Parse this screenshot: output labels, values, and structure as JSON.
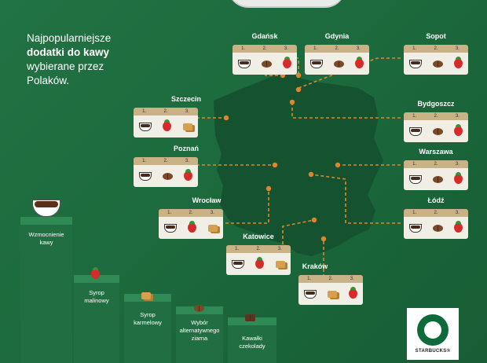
{
  "headline": {
    "line1": "Najpopularniejsze",
    "line2": "dodatki do kawy",
    "line3": "wybierane przez",
    "line4": "Polaków."
  },
  "rank_labels": [
    "1.",
    "2.",
    "3."
  ],
  "cities": [
    {
      "name": "Gdańsk",
      "items": [
        "coffee-icon",
        "bean-icon",
        "strawberry-icon"
      ]
    },
    {
      "name": "Gdynia",
      "items": [
        "coffee-icon",
        "bean-icon",
        "strawberry-icon"
      ]
    },
    {
      "name": "Sopot",
      "items": [
        "coffee-icon",
        "bean-icon",
        "strawberry-icon"
      ]
    },
    {
      "name": "Szczecin",
      "items": [
        "coffee-icon",
        "strawberry-icon",
        "caramel-icon"
      ]
    },
    {
      "name": "Bydgoszcz",
      "items": [
        "coffee-icon",
        "bean-icon",
        "strawberry-icon"
      ]
    },
    {
      "name": "Poznań",
      "items": [
        "coffee-icon",
        "bean-icon",
        "strawberry-icon"
      ]
    },
    {
      "name": "Warszawa",
      "items": [
        "coffee-icon",
        "bean-icon",
        "strawberry-icon"
      ]
    },
    {
      "name": "Wrocław",
      "items": [
        "coffee-icon",
        "strawberry-icon",
        "caramel-icon"
      ]
    },
    {
      "name": "Łódź",
      "items": [
        "coffee-icon",
        "bean-icon",
        "strawberry-icon"
      ]
    },
    {
      "name": "Katowice",
      "items": [
        "coffee-icon",
        "strawberry-icon",
        "caramel-icon"
      ]
    },
    {
      "name": "Kraków",
      "items": [
        "coffee-icon",
        "caramel-icon",
        "strawberry-icon"
      ]
    }
  ],
  "podium": [
    {
      "label": "Wzmocnienie kawy",
      "icon": "coffee-cup-icon"
    },
    {
      "label": "Syrop malinowy",
      "icon": "strawberry-icon"
    },
    {
      "label": "Syrop karmelowy",
      "icon": "caramel-icon"
    },
    {
      "label": "Wybór alternatywnego ziarna",
      "icon": "bean-icon"
    },
    {
      "label": "Kawałki czekolady",
      "icon": "chocolate-icon"
    }
  ],
  "brand": {
    "wordmark": "STARBUCKS®",
    "color": "#0d6b3b"
  },
  "colors": {
    "background": "#1f6b3f",
    "map": "#145230",
    "connector": "#e0862a",
    "card_header": "#c9b286"
  }
}
